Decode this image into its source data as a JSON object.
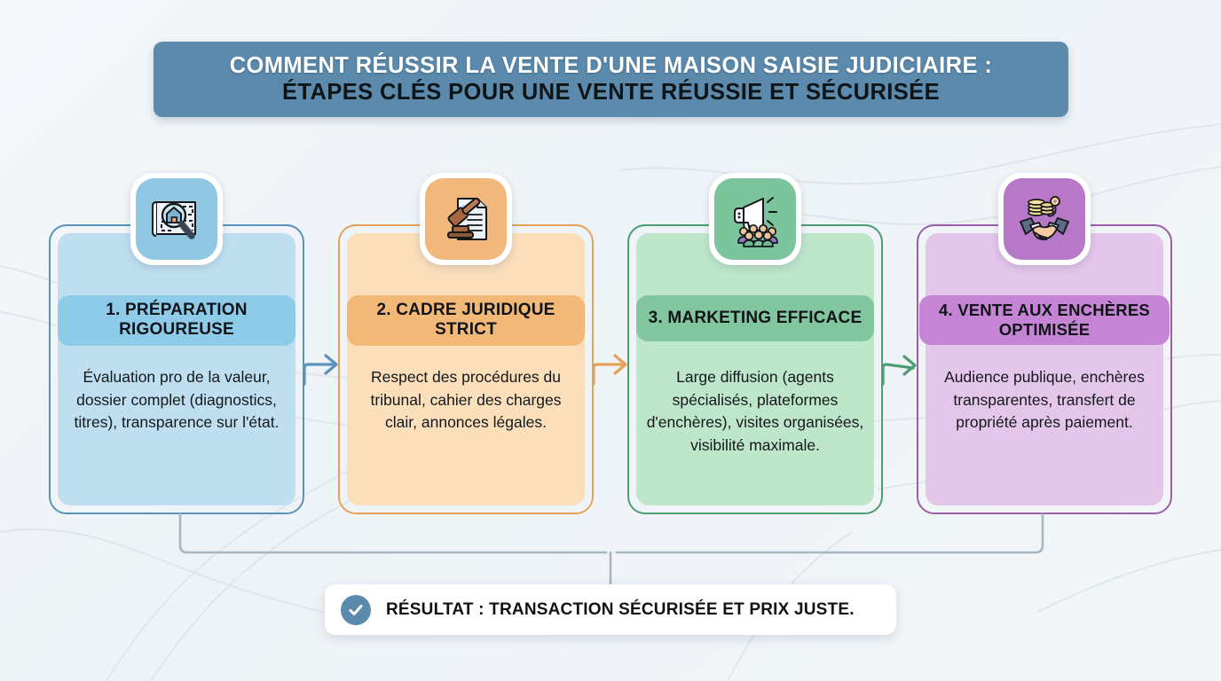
{
  "header": {
    "line1": "COMMENT RÉUSSIR LA VENTE D'UNE MAISON SAISIE JUDICIAIRE :",
    "line2": "ÉTAPES CLÉS POUR UNE VENTE RÉUSSIE ET SÉCURISÉE",
    "bg_color": "#5b8aad",
    "line1_color": "#ffffff",
    "line2_color": "#0f1416"
  },
  "cards": [
    {
      "id": "preparation",
      "title": "1. PRÉPARATION RIGOUREUSE",
      "body": "Évaluation pro de la valeur, dossier complet (diagnostics, titres), transparence sur l'état.",
      "icon": "blueprint-house-magnifier-icon",
      "accent": "#5b93b8",
      "fill": "#bfdff0",
      "title_bar": "#8ecbe8",
      "badge": "#90c8e4"
    },
    {
      "id": "cadre-juridique",
      "title": "2. CADRE JURIDIQUE STRICT",
      "body": "Respect des procédures du tribunal, cahier des charges clair, annonces légales.",
      "icon": "gavel-document-icon",
      "accent": "#e5a257",
      "fill": "#fbdfbb",
      "title_bar": "#f2b877",
      "badge": "#f2b87b"
    },
    {
      "id": "marketing",
      "title": "3. MARKETING EFFICACE",
      "body": "Large diffusion (agents spécialisés, plateformes d'enchères), visites organisées, visibilité maximale.",
      "icon": "megaphone-crowd-icon",
      "accent": "#4c9d74",
      "fill": "#bee6cb",
      "title_bar": "#81c69f",
      "badge": "#7cc49c"
    },
    {
      "id": "vente-encheres",
      "title": "4. VENTE AUX ENCHÈRES OPTIMISÉE",
      "body": "Audience publique, enchères transparentes, transfert de propriété après paiement.",
      "icon": "handshake-coins-key-icon",
      "accent": "#9b5fa8",
      "fill": "#e4c6ea",
      "title_bar": "#c584d4",
      "badge": "#b778c8"
    }
  ],
  "arrows": [
    {
      "from": "preparation",
      "to": "cadre-juridique",
      "color": "#5b93b8"
    },
    {
      "from": "cadre-juridique",
      "to": "marketing",
      "color": "#e5a257"
    },
    {
      "from": "marketing",
      "to": "vente-encheres",
      "color": "#4c9d74"
    }
  ],
  "result": {
    "text": "RÉSULTAT : TRANSACTION SÉCURISÉE ET PRIX JUSTE.",
    "icon": "check-circle-icon",
    "icon_color": "#5b8aad",
    "bg_color": "#ffffff"
  },
  "connector_color": "#a8b6c0"
}
